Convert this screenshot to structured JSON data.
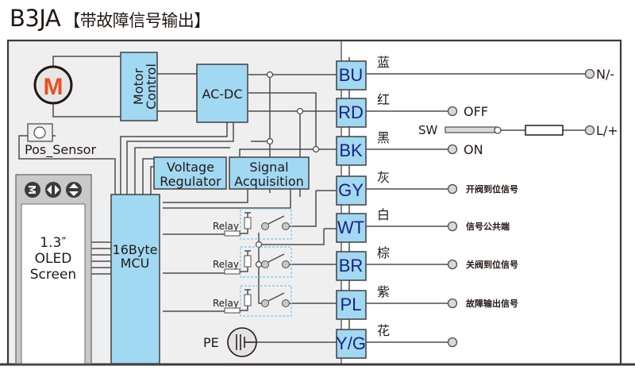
{
  "title": {
    "model": "B3JA",
    "subtitle": "【带故障信号输出】"
  },
  "blocks": {
    "motor": "M",
    "motor_control": [
      "Motor",
      "Control"
    ],
    "ac_dc": "AC-DC",
    "pos_sensor": "Pos_Sensor",
    "voltage_regulator": [
      "Voltage",
      "Regulator"
    ],
    "signal_acquisition": [
      "Signal",
      "Acquisition"
    ],
    "mcu": [
      "16Byte",
      "MCU"
    ],
    "oled": [
      "1.3″",
      "OLED",
      "Screen"
    ],
    "relay_label": "Relay",
    "pe": "PE"
  },
  "wires": [
    {
      "code": "BU",
      "color_cn": "蓝",
      "terminal": "N/-"
    },
    {
      "code": "RD",
      "color_cn": "红",
      "terminal": "OFF"
    },
    {
      "code": "BK",
      "color_cn": "黑",
      "terminal": "ON"
    },
    {
      "code": "GY",
      "color_cn": "灰",
      "terminal": "开阀到位信号"
    },
    {
      "code": "WT",
      "color_cn": "白",
      "terminal": "信号公共端"
    },
    {
      "code": "BR",
      "color_cn": "棕",
      "terminal": "关阀到位信号"
    },
    {
      "code": "PL",
      "color_cn": "紫",
      "terminal": "故障输出信号"
    },
    {
      "code": "Y/G",
      "color_cn": "花",
      "terminal": ""
    }
  ],
  "switch": {
    "label": "SW",
    "line_terminal": "L/+"
  },
  "colors": {
    "block_fill": "#a1d8f2",
    "motor_letter": "#e8501c",
    "wire_code": "#1a237e"
  }
}
